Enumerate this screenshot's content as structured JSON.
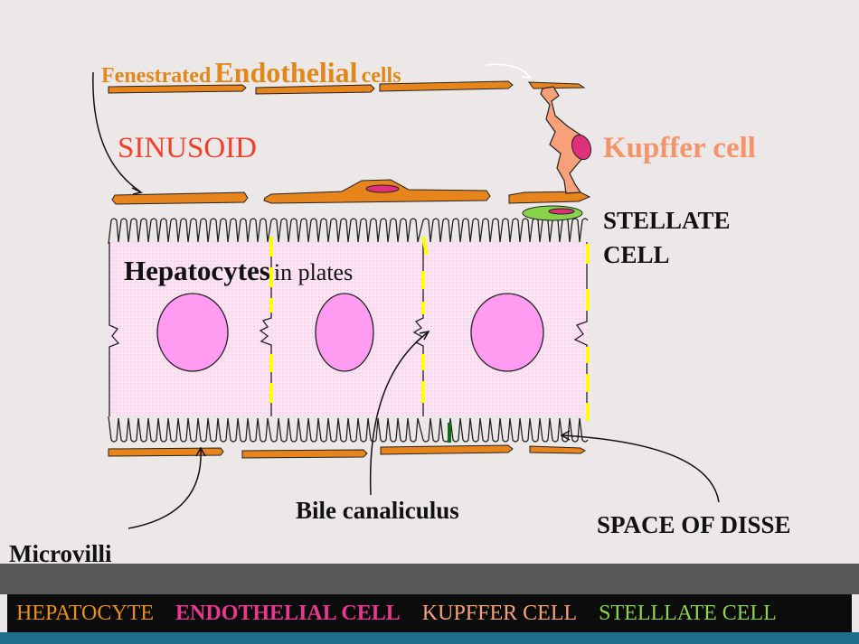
{
  "labels": {
    "fenestrated_small": "Fenestrated",
    "endothelial_big": "Endothelial",
    "cells_small": "cells",
    "sinusoid": "SINUSOID",
    "kupffer": "Kupffer cell",
    "stellate_line1": "STELLATE",
    "stellate_line2": "CELL",
    "hepatocytes_bold": "Hepatocytes",
    "in_plates": "in plates",
    "bile": "Bile canaliculus",
    "disse": "SPACE OF DISSE",
    "microvilli": "Microvilli"
  },
  "legend": {
    "hepatocyte": "HEPATOCYTE",
    "endothelial": "ENDOTHELIAL CELL",
    "kupffer": "KUPFFER CELL",
    "stellate": "STELLLATE CELL"
  },
  "colors": {
    "background": "#ede8e8",
    "endothelium": "#e8841c",
    "hepatocyte_fill": "#fbe0f2",
    "nucleus": "#ff9cf2",
    "kupffer_body": "#f7a07a",
    "kupffer_nucleus": "#e0307a",
    "stellate_ring": "#86d24a",
    "junction": "#ffff00",
    "legend_hepatocyte": "#e8901e",
    "legend_endothelial": "#e9388f",
    "legend_kupffer": "#f5a47a",
    "legend_stellate": "#8fd24f"
  }
}
